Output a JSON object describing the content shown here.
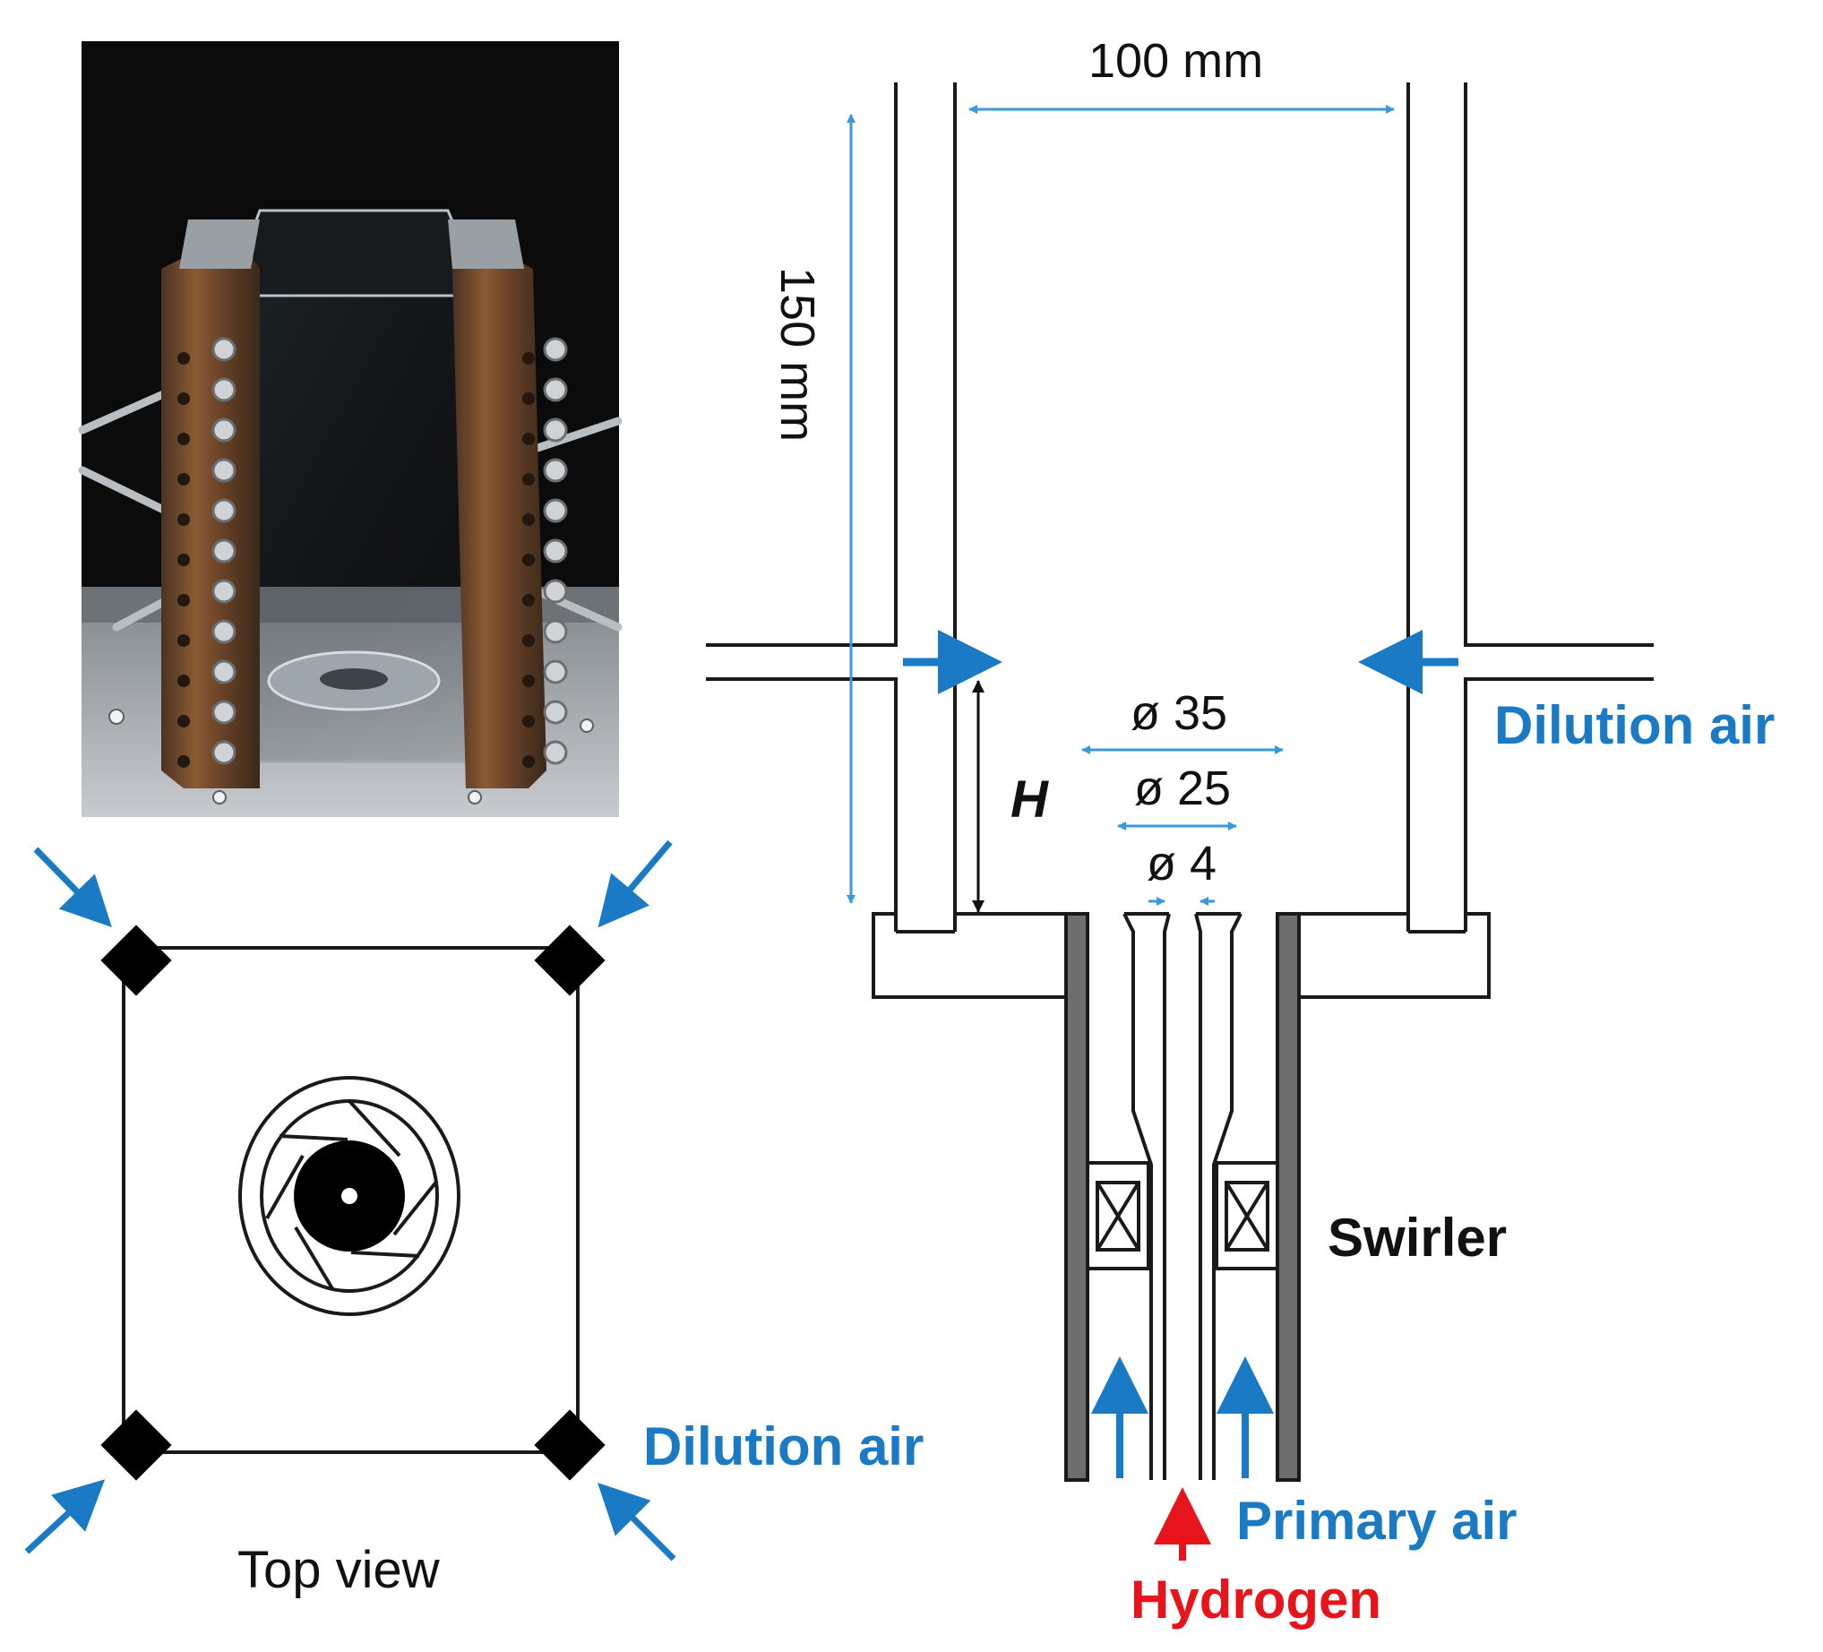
{
  "colors": {
    "accent_blue": "#1a7ac4",
    "hydrogen_red": "#e8141c",
    "line": "#1a1a1a",
    "wall_fill": "#6e6e6e",
    "photo_background": "#0b0b0b"
  },
  "photo": {
    "subject": "photograph of the square quartz combustor with dilution air manifold posts"
  },
  "top_view": {
    "caption": "Top view",
    "dilution_label": "Dilution air",
    "icons": [
      "dilution-port-marker",
      "swirler-vanes-icon",
      "diagonal-arrow-icon"
    ]
  },
  "dimensions": {
    "width": "100 mm",
    "height": "150 mm",
    "h_label": "H",
    "d_outer": "ø 35",
    "d_mid": "ø 25",
    "d_inner": "ø 4"
  },
  "labels": {
    "dilution_air": "Dilution air",
    "swirler": "Swirler",
    "primary_air": "Primary air",
    "hydrogen": "Hydrogen"
  }
}
